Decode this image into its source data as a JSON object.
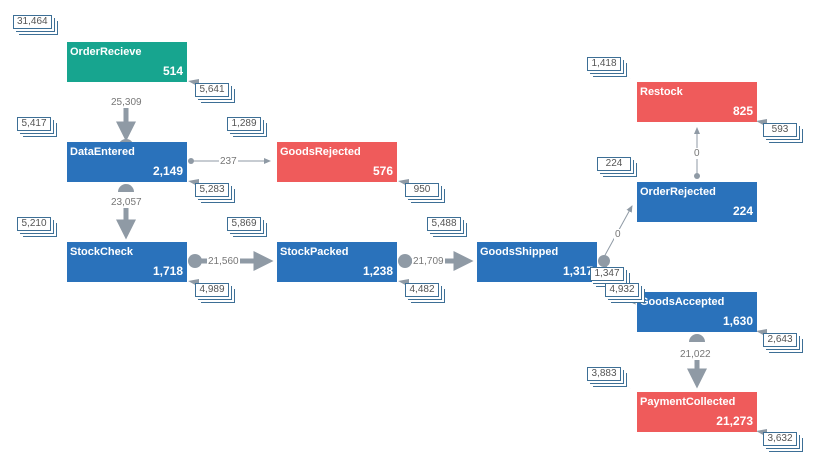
{
  "colors": {
    "teal": "#17a58f",
    "blue": "#2a72bb",
    "red": "#ef5b5b",
    "edge": "#8f9aa5",
    "badge_border": "#3d6f96"
  },
  "nodes": {
    "order_recieve": {
      "name": "OrderRecieve",
      "count": "514",
      "in_badge": "31,464",
      "out_badge": "5,641"
    },
    "data_entered": {
      "name": "DataEntered",
      "count": "2,149",
      "in_badge": "5,417",
      "out_badge": "5,283"
    },
    "goods_rejected": {
      "name": "GoodsRejected",
      "count": "576",
      "in_badge": "1,289",
      "out_badge": "950"
    },
    "stock_check": {
      "name": "StockCheck",
      "count": "1,718",
      "in_badge": "5,210",
      "out_badge": "4,989"
    },
    "stock_packed": {
      "name": "StockPacked",
      "count": "1,238",
      "in_badge": "5,869",
      "out_badge": "4,482"
    },
    "goods_shipped": {
      "name": "GoodsShipped",
      "count": "1,317",
      "in_badge": "5,488",
      "out_badge": "4,932"
    },
    "restock": {
      "name": "Restock",
      "count": "825",
      "in_badge": "1,418",
      "out_badge": "593"
    },
    "order_rejected": {
      "name": "OrderRejected",
      "count": "224",
      "in_badge": "224"
    },
    "goods_accepted": {
      "name": "GoodsAccepted",
      "count": "1,630",
      "in_badge": "1,347",
      "out_badge": "2,643"
    },
    "payment_collected": {
      "name": "PaymentCollected",
      "count": "21,273",
      "in_badge": "3,883",
      "out_badge": "3,632"
    }
  },
  "edges": {
    "recieve_to_dataentered": "25,309",
    "dataentered_to_rejected": "237",
    "dataentered_to_stockcheck": "23,057",
    "stockcheck_to_packed": "21,560",
    "packed_to_shipped": "21,709",
    "shipped_to_orderrejected": "0",
    "orderrejected_to_restock": "0",
    "accepted_to_payment": "21,022"
  }
}
